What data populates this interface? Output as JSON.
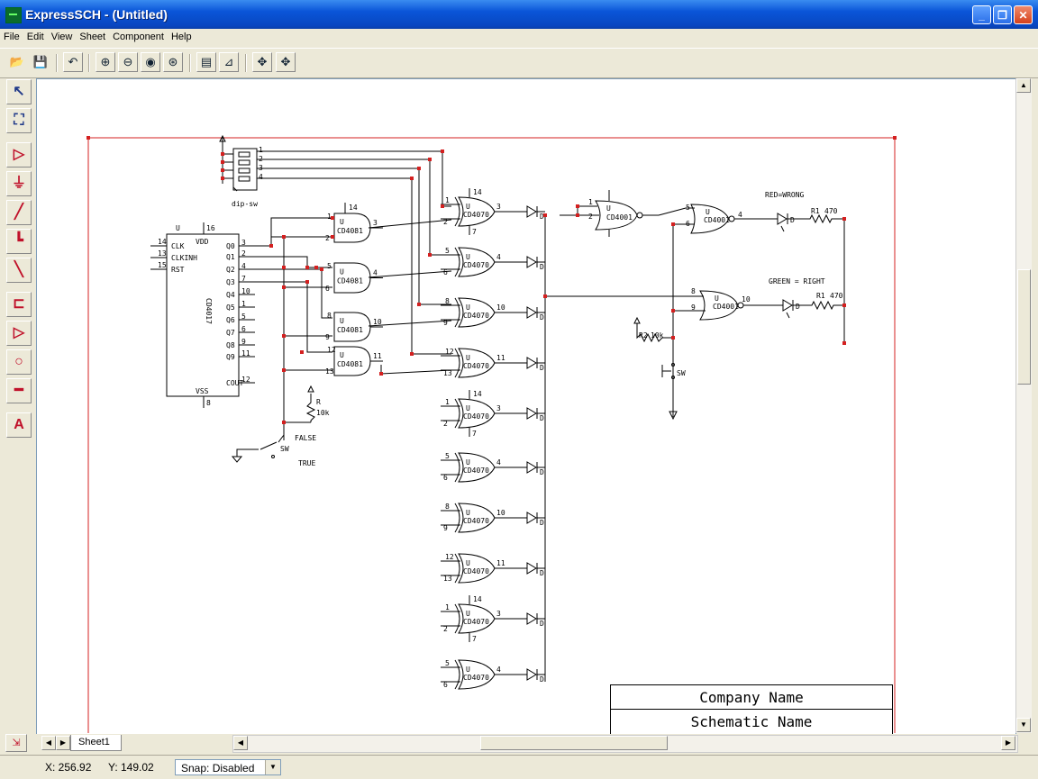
{
  "window": {
    "title": "ExpressSCH - (Untitled)"
  },
  "menu": [
    "File",
    "Edit",
    "View",
    "Sheet",
    "Component",
    "Help"
  ],
  "sheet_tab": "Sheet1",
  "status": {
    "x": "X: 256.92",
    "y": "Y: 149.02",
    "snap": "Snap: Disabled"
  },
  "schematic": {
    "counter": {
      "ref": "U",
      "part": "CD4017",
      "vdd": "VDD",
      "vss": "VSS",
      "pin_vdd": "16",
      "pin_vss": "8",
      "inputs": [
        {
          "pin": "14",
          "name": "CLK"
        },
        {
          "pin": "13",
          "name": "CLKINH"
        },
        {
          "pin": "15",
          "name": "RST"
        }
      ],
      "outputs": [
        {
          "name": "Q0",
          "pin": "3"
        },
        {
          "name": "Q1",
          "pin": "2"
        },
        {
          "name": "Q2",
          "pin": "4"
        },
        {
          "name": "Q3",
          "pin": "7"
        },
        {
          "name": "Q4",
          "pin": "10"
        },
        {
          "name": "Q5",
          "pin": "1"
        },
        {
          "name": "Q6",
          "pin": "5"
        },
        {
          "name": "Q7",
          "pin": "6"
        },
        {
          "name": "Q8",
          "pin": "9"
        },
        {
          "name": "Q9",
          "pin": "11"
        },
        {
          "name": "COUT",
          "pin": "12"
        }
      ]
    },
    "dipsw": {
      "label": "dip-sw",
      "pins": [
        "1",
        "2",
        "3",
        "4"
      ]
    },
    "and_part": "CD4081",
    "xor_part": "CD4070",
    "nor_part": "CD4001",
    "gate_ref": "U",
    "resistor_r": "R",
    "r_value": "10k",
    "r2_label": "R2",
    "r1_label": "R1",
    "r1_value": "470",
    "led_red_label": "RED=WRONG",
    "led_green_label": "GREEN = RIGHT",
    "sw_label": "SW",
    "false_label": "FALSE",
    "true_label": "TRUE",
    "diode_label": "D",
    "title_block": {
      "company": "Company Name",
      "schematic": "Schematic Name"
    }
  }
}
